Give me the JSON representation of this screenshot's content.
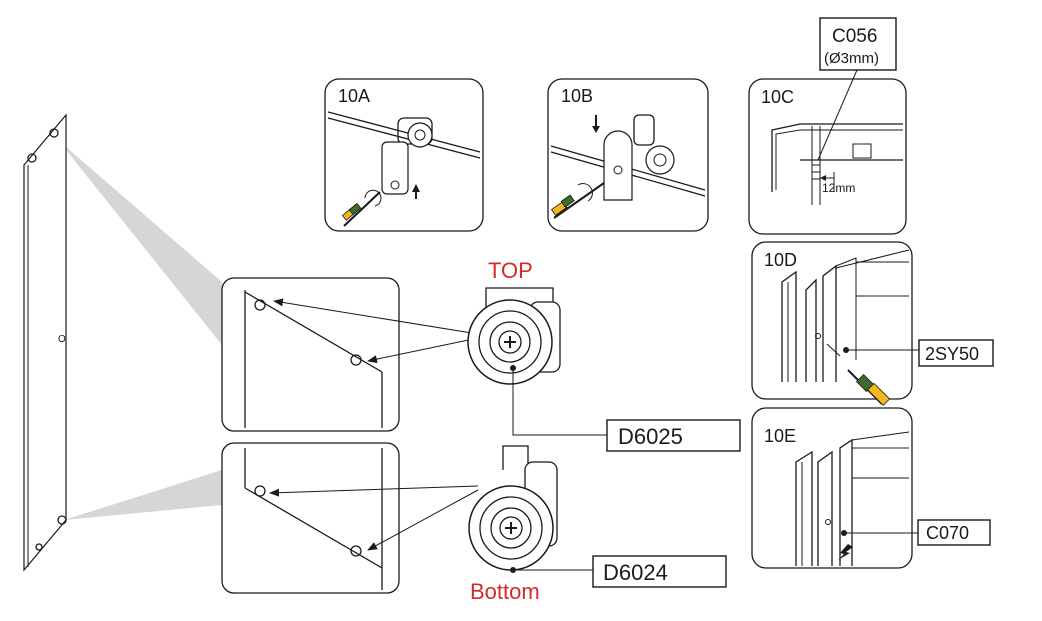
{
  "steps": {
    "a": "10A",
    "b": "10B",
    "c": "10C",
    "d": "10D",
    "e": "10E"
  },
  "top_label": "TOP",
  "bottom_label": "Bottom",
  "callouts": {
    "c056_code": "C056",
    "c056_size": "(Ø3mm)",
    "dim_12mm": "12mm",
    "sy50": "2SY50",
    "d6025": "D6025",
    "d6024": "D6024",
    "c070": "C070"
  },
  "glass_mark": "O",
  "colors": {
    "accent_red": "#d42a2a",
    "line": "#1a1a1a",
    "shadow": "#d0d0d0",
    "driver_yellow": "#f2b81e",
    "driver_green": "#3f6b2a"
  }
}
